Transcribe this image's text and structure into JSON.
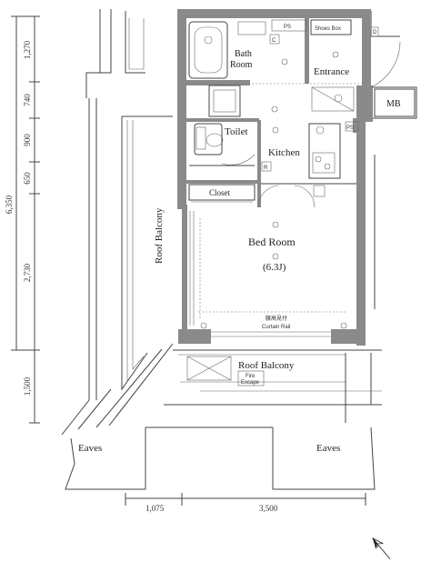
{
  "rooms": {
    "bath": "Bath",
    "bath2": "Room",
    "entrance": "Entrance",
    "toilet": "Toilet",
    "kitchen": "Kitchen",
    "closet": "Closet",
    "bedroom": "Bed Room",
    "bedroom_size": "(6.3J)",
    "roof_balcony_side": "Roof Balcony",
    "roof_balcony_bottom": "Roof Balcony",
    "eaves_left": "Eaves",
    "eaves_right": "Eaves"
  },
  "tags": {
    "ps_top": "PS",
    "ps_right": "PS",
    "shoes_box": "Shoes Box",
    "mb": "MB",
    "c": "C",
    "r": "R",
    "d": "D",
    "curtain_rail": "Curtain Rail",
    "curtain_rail_jp": "腰高見付",
    "fire_escape_1": "Fire",
    "fire_escape_2": "Escape"
  },
  "dimensions": {
    "total_height": "6,350",
    "left_segments": [
      "1,270",
      "740",
      "900",
      "650",
      "2,730",
      "1,500"
    ],
    "bottom_segments": [
      "1,075",
      "3,500"
    ]
  }
}
